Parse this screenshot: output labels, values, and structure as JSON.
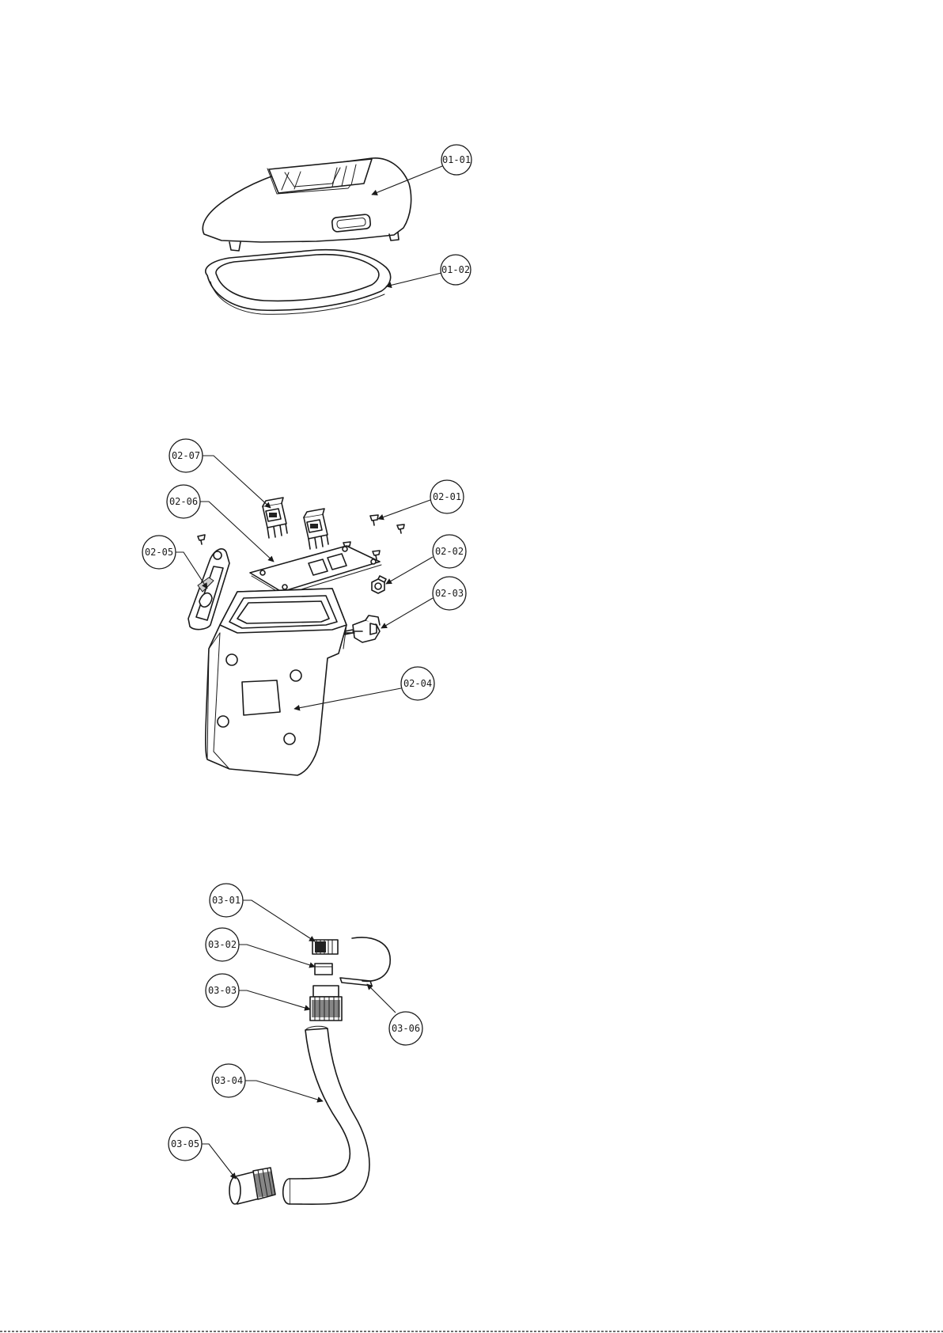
{
  "sections": [
    {
      "id": "01",
      "labels": [
        "01-01",
        "01-02"
      ]
    },
    {
      "id": "02",
      "labels": [
        "02-01",
        "02-02",
        "02-03",
        "02-04",
        "02-05",
        "02-06",
        "02-07"
      ]
    },
    {
      "id": "03",
      "labels": [
        "03-01",
        "03-02",
        "03-03",
        "03-04",
        "03-05",
        "03-06"
      ]
    }
  ],
  "callouts": {
    "c01_01": "01-01",
    "c01_02": "01-02",
    "c02_01": "02-01",
    "c02_02": "02-02",
    "c02_03": "02-03",
    "c02_04": "02-04",
    "c02_05": "02-05",
    "c02_06": "02-06",
    "c02_07": "02-07",
    "c03_01": "03-01",
    "c03_02": "03-02",
    "c03_03": "03-03",
    "c03_04": "03-04",
    "c03_05": "03-05",
    "c03_06": "03-06"
  },
  "colors": {
    "line": "#1a1a1a",
    "paper": "#ffffff"
  }
}
